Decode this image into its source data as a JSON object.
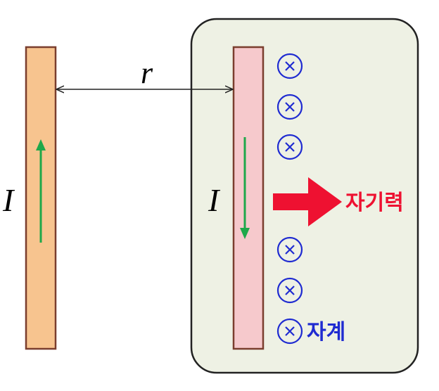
{
  "labels": {
    "distance": "r",
    "current_left": "I",
    "current_right": "I",
    "force": "자기력",
    "field": "자계"
  },
  "colors": {
    "left_wire": "#f7c48f",
    "right_wire": "#f6c9cc",
    "wire_border": "#7a3e2e",
    "current_arrow": "#1fa84a",
    "field_symbol": "#1f2bd1",
    "force_arrow": "#ee1131",
    "field_region": "#eef1e4",
    "field_region_border": "#222222"
  },
  "icons": {
    "field_symbol": "circle-cross-icon",
    "force": "block-arrow-right-icon"
  },
  "field_markers_count": 6
}
